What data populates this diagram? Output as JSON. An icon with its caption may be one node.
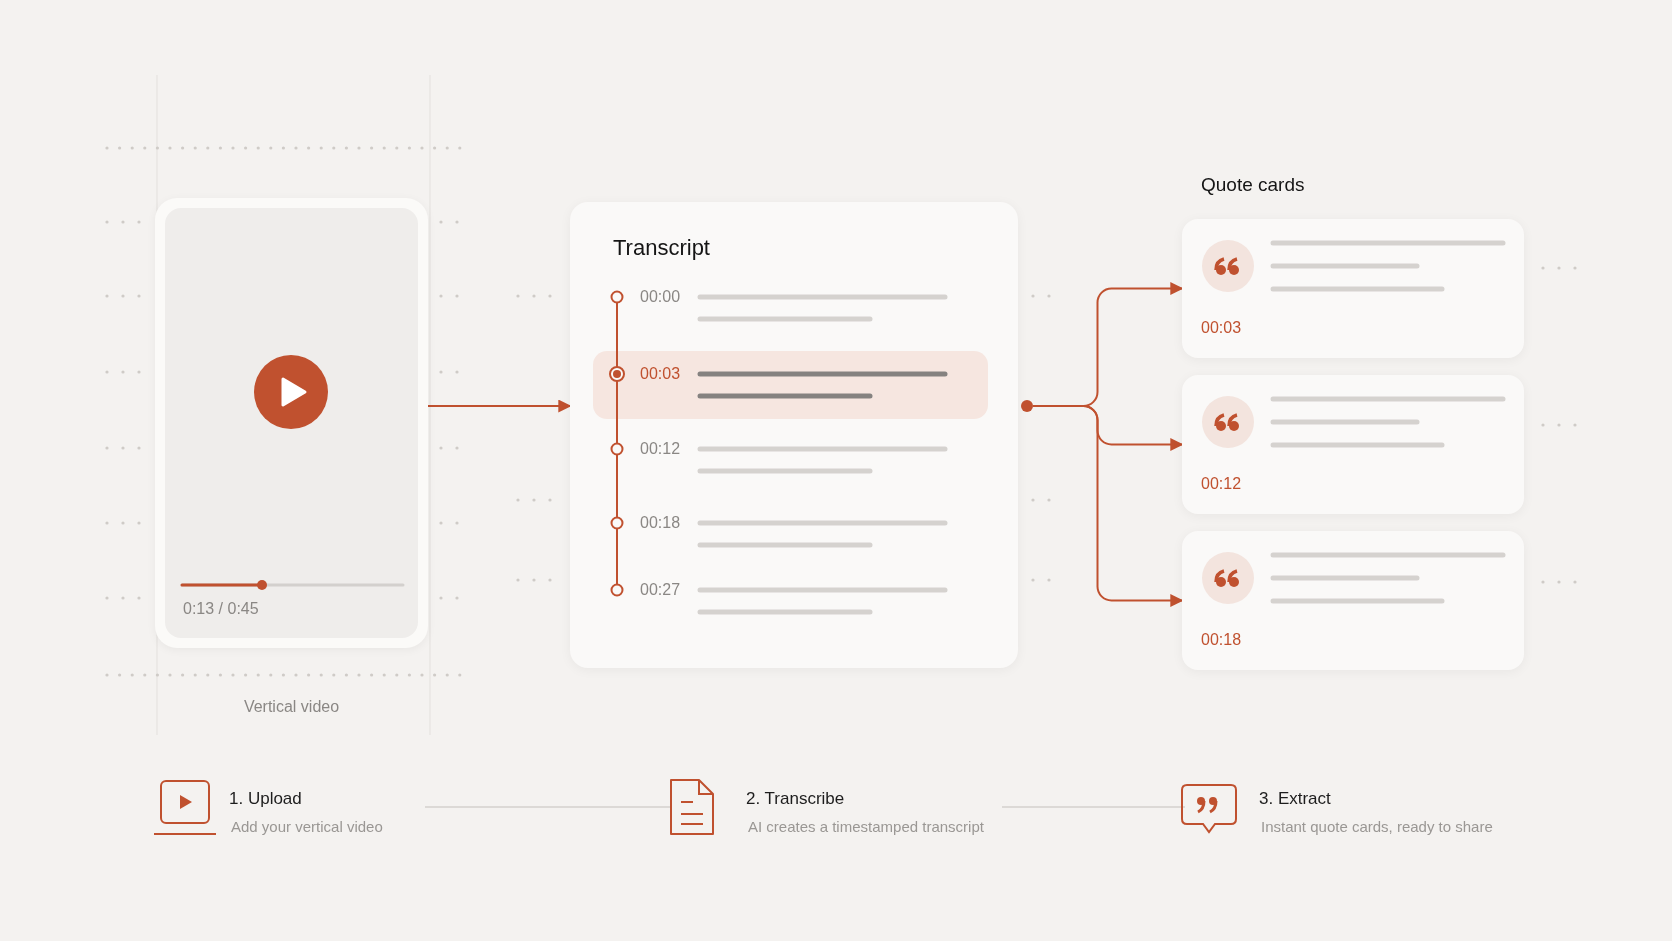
{
  "diagram": {
    "nodes": [
      {
        "text": [
          "0:13 / 0:45"
        ],
        "beside": [
          "Vertical video"
        ]
      },
      {
        "text": [
          "Transcript"
        ]
      },
      {
        "text": [
          "00:00"
        ],
        "in": 1
      },
      {
        "text": [
          "00:03"
        ],
        "in": 1
      },
      {
        "text": [
          "00:12"
        ],
        "in": 1
      },
      {
        "text": [
          "00:18"
        ],
        "in": 1
      },
      {
        "text": [
          "00:27"
        ],
        "in": 1
      },
      {
        "text": [],
        "shape": "circle"
      },
      {
        "text": [
          "00:03"
        ]
      },
      {
        "text": [
          "00:12"
        ]
      },
      {
        "text": [
          "00:18"
        ]
      },
      {
        "text": [
          "1. Upload",
          "Add your vertical video"
        ]
      },
      {
        "text": [
          "2. Transcribe",
          "AI creates a timestamped transcript"
        ]
      },
      {
        "text": [
          "3. Extract",
          "Instant quote cards, ready to share"
        ]
      }
    ],
    "edges": [
      {
        "from": 0,
        "to": 1,
        "arrow": "to"
      },
      {
        "from": 7,
        "to": 8,
        "arrow": "to"
      },
      {
        "from": 7,
        "to": 9,
        "arrow": "to"
      },
      {
        "from": 7,
        "to": 10,
        "arrow": "to"
      },
      {
        "from": 11,
        "to": 12,
        "arrow": "none",
        "color": "#dcd9d6"
      },
      {
        "from": 12,
        "to": 13,
        "arrow": "none",
        "color": "#dcd9d6"
      }
    ],
    "labels": [
      "Quote cards"
    ]
  }
}
